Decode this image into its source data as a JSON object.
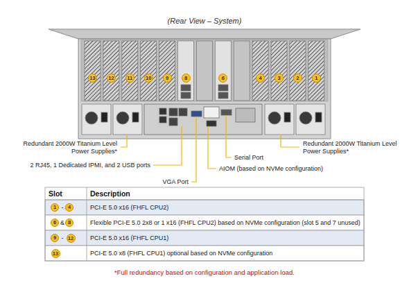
{
  "diagram": {
    "title": "(Rear View – System)",
    "caption": "*Full redundancy based on configuration and application load.",
    "labels": [
      "13",
      "12",
      "11",
      "10",
      "9",
      "8",
      "6",
      "4",
      "3",
      "2",
      "1",
      "Redundant 2000W Titanium Level Power Supplies*",
      "Redundant 2000W Titanium Level Power Supplies*",
      "2 RJ45, 1 Dedicated IPMI, and 2 USB ports",
      "VGA Port",
      "Serial Port",
      "AIOM (based on NVMe configuration)",
      "Slot",
      "Description",
      "1",
      "-",
      "4",
      "PCI-E 5.0 x16 (FHFL CPU2)",
      "6",
      "&",
      "8",
      "Flexible PCI-E 5.0 2x8 or 1 x16 (FHFL CPU2) based on NVMe configuration (slot 5 and 7 unused)",
      "9",
      "-",
      "12",
      "PCI-E 5.0 x16 (FHFL CPU1)",
      "13",
      "PCI-E 5.0 x8 (FHFL CPU1) optional based on NVMe configuration"
    ]
  }
}
